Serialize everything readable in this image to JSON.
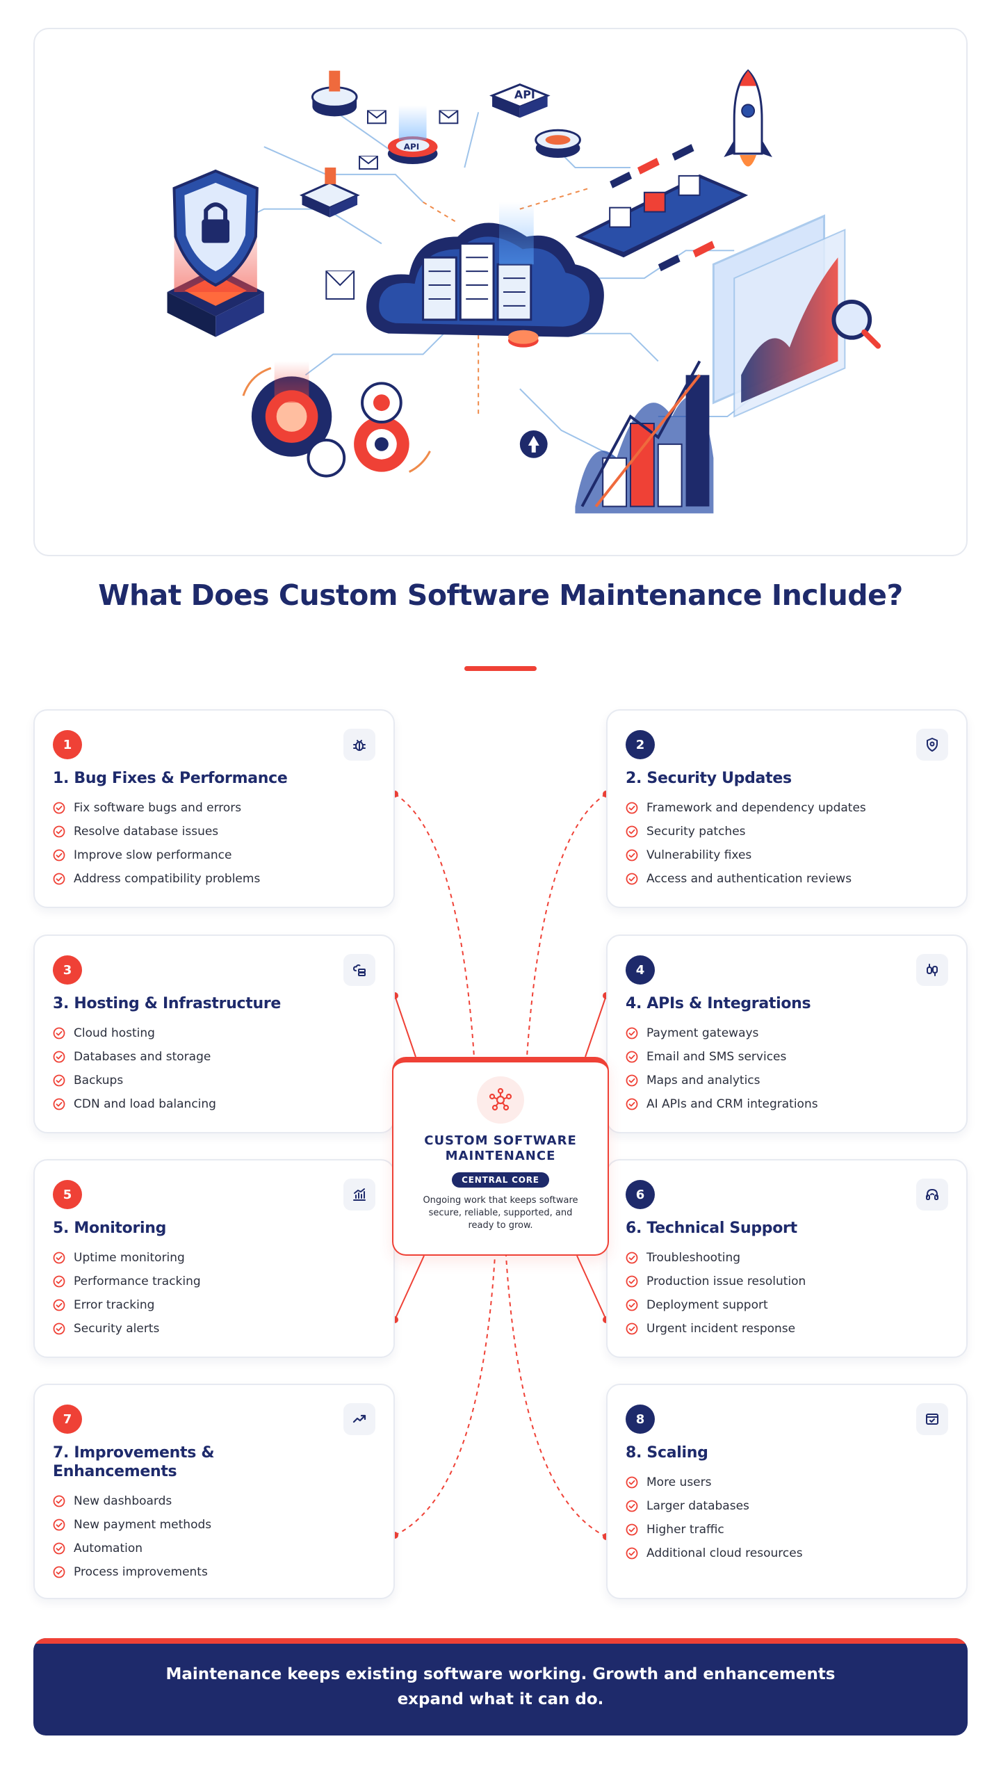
{
  "page": {
    "title": "What Does Custom Software Maintenance Include?",
    "accent_color": "#ef4136",
    "primary_color": "#1e2a6b"
  },
  "hero": {
    "illustration": "isometric cloud infrastructure illustration",
    "labels": [
      "API",
      "API"
    ]
  },
  "cards": [
    {
      "number": "1",
      "badge_color": "red",
      "icon": "bug-icon",
      "title": "1. Bug Fixes & Performance",
      "items": [
        "Fix software bugs and errors",
        "Resolve database issues",
        "Improve slow performance",
        "Address compatibility problems"
      ]
    },
    {
      "number": "2",
      "badge_color": "navy",
      "icon": "shield-icon",
      "title": "2. Security Updates",
      "items": [
        "Framework and dependency updates",
        "Security patches",
        "Vulnerability fixes",
        "Access and authentication reviews"
      ]
    },
    {
      "number": "3",
      "badge_color": "red",
      "icon": "cloud-server-icon",
      "title": "3. Hosting & Infrastructure",
      "items": [
        "Cloud hosting",
        "Databases and storage",
        "Backups",
        "CDN and load balancing"
      ]
    },
    {
      "number": "4",
      "badge_color": "navy",
      "icon": "plug-icon",
      "title": "4. APIs & Integrations",
      "items": [
        "Payment gateways",
        "Email and SMS services",
        "Maps and analytics",
        "AI APIs and CRM integrations"
      ]
    },
    {
      "number": "5",
      "badge_color": "red",
      "icon": "bar-chart-icon",
      "title": "5. Monitoring",
      "items": [
        "Uptime monitoring",
        "Performance tracking",
        "Error tracking",
        "Security alerts"
      ]
    },
    {
      "number": "6",
      "badge_color": "navy",
      "icon": "headset-icon",
      "title": "6. Technical Support",
      "items": [
        "Troubleshooting",
        "Production issue resolution",
        "Deployment support",
        "Urgent incident response"
      ]
    },
    {
      "number": "7",
      "badge_color": "red",
      "icon": "trend-up-icon",
      "title": "7. Improvements & Enhancements",
      "items": [
        "New dashboards",
        "New payment methods",
        "Automation",
        "Process improvements"
      ]
    },
    {
      "number": "8",
      "badge_color": "navy",
      "icon": "calendar-check-icon",
      "title": "8. Scaling",
      "items": [
        "More users",
        "Larger databases",
        "Higher traffic",
        "Additional cloud resources"
      ]
    }
  ],
  "core": {
    "title": "CUSTOM SOFTWARE MAINTENANCE",
    "badge": "CENTRAL CORE",
    "description": "Ongoing work that keeps software secure, reliable, supported, and ready to grow.",
    "icon": "network-hub-icon"
  },
  "footer": {
    "text": "Maintenance keeps existing software working. Growth and enhancements expand what it can do."
  }
}
